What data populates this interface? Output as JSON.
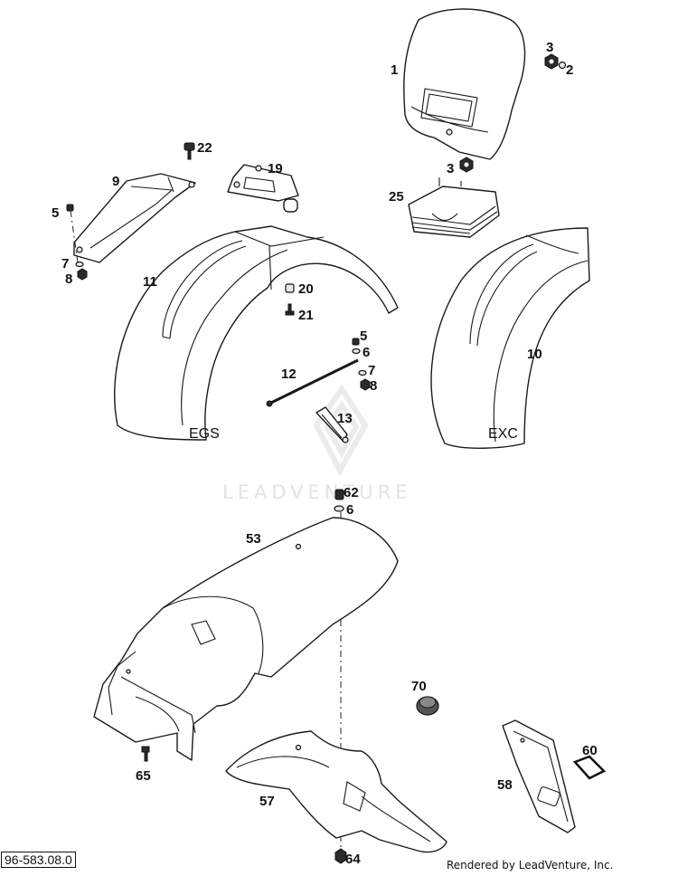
{
  "diagram": {
    "code": "96-583.08.0",
    "render_credit": "Rendered by LeadVenture, Inc.",
    "watermark": "LEADVENTURE",
    "captions": {
      "egs": "EGS",
      "exc": "EXC"
    },
    "callouts": {
      "c1": "1",
      "c2": "2",
      "c3a": "3",
      "c3b": "3",
      "c5a": "5",
      "c5b": "5",
      "c6a": "6",
      "c6b": "6",
      "c7a": "7",
      "c7b": "7",
      "c8a": "8",
      "c8b": "8",
      "c9": "9",
      "c10": "10",
      "c11": "11",
      "c12": "12",
      "c13": "13",
      "c19": "19",
      "c20": "20",
      "c21": "21",
      "c22": "22",
      "c25": "25",
      "c53": "53",
      "c57": "57",
      "c58": "58",
      "c60": "60",
      "c62": "62",
      "c64": "64",
      "c65": "65",
      "c70": "70"
    }
  }
}
